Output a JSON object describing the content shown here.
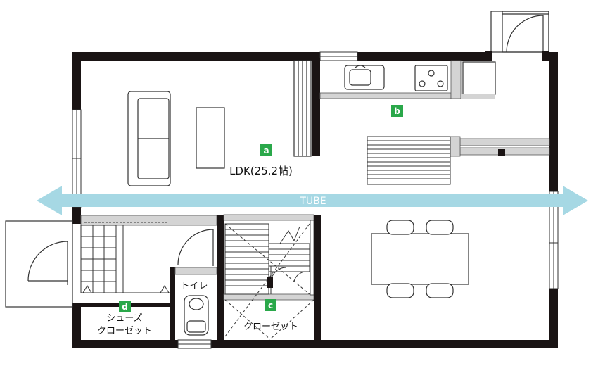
{
  "rooms": {
    "ldk": "LDK(25.2帖)",
    "toilet": "トイレ",
    "closet": "クローゼット",
    "shoe_closet_line1": "シューズ",
    "shoe_closet_line2": "クローゼット"
  },
  "tube": {
    "label": "TUBE"
  },
  "markers": {
    "a": "a",
    "b": "b",
    "c": "c",
    "d": "d"
  },
  "colors": {
    "wall": "#1a1414",
    "marker": "#2aa84a",
    "tube": "#a6d8e4",
    "fixture": "#d4d4d4",
    "line": "#333333"
  }
}
